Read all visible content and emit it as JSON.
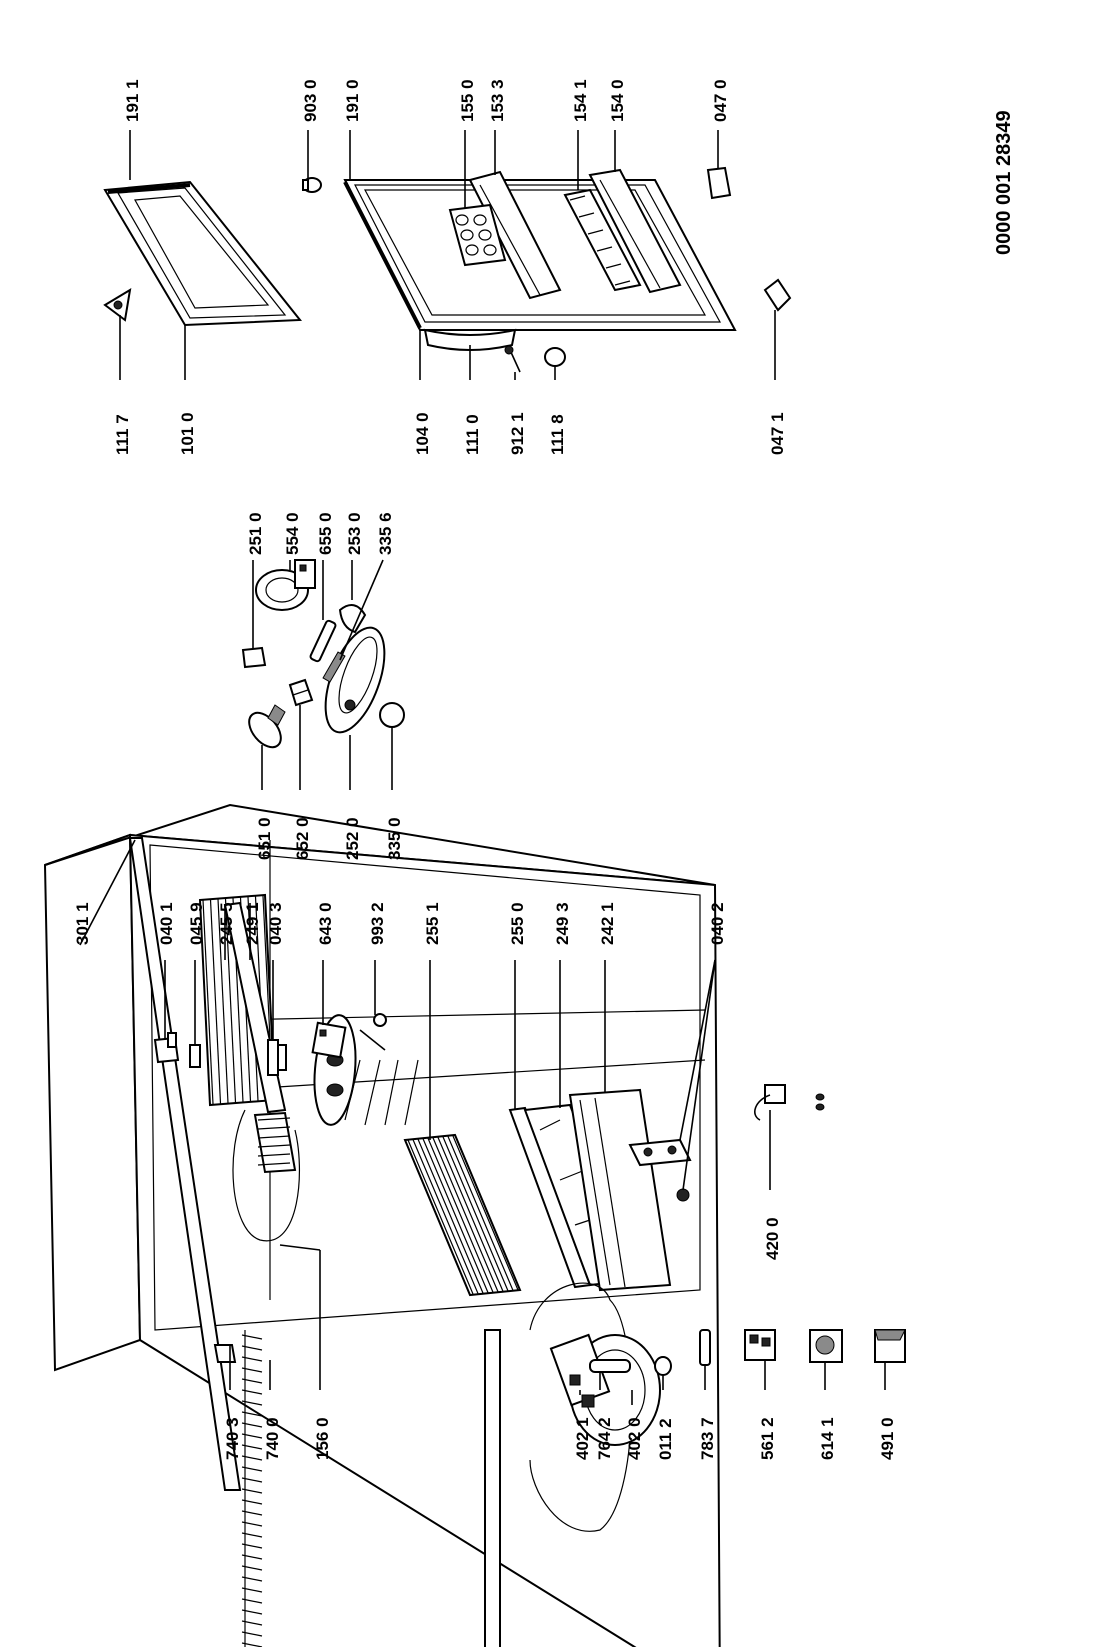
{
  "document": {
    "number": "0000  001 28349"
  },
  "labels": [
    {
      "id": "lbl-3011",
      "text": "301 1"
    },
    {
      "id": "lbl-0401",
      "text": "040 1"
    },
    {
      "id": "lbl-0459",
      "text": "045 9"
    },
    {
      "id": "lbl-2455",
      "text": "245 5"
    },
    {
      "id": "lbl-2491",
      "text": "249 1"
    },
    {
      "id": "lbl-0403",
      "text": "040 3"
    },
    {
      "id": "lbl-6430",
      "text": "643 0"
    },
    {
      "id": "lbl-9932",
      "text": "993 2"
    },
    {
      "id": "lbl-2551",
      "text": "255 1"
    },
    {
      "id": "lbl-2550",
      "text": "255 0"
    },
    {
      "id": "lbl-2493",
      "text": "249 3"
    },
    {
      "id": "lbl-2421",
      "text": "242 1"
    },
    {
      "id": "lbl-0402",
      "text": "040 2"
    },
    {
      "id": "lbl-7403",
      "text": "740 3"
    },
    {
      "id": "lbl-7400",
      "text": "740 0"
    },
    {
      "id": "lbl-1560",
      "text": "156 0"
    },
    {
      "id": "lbl-4021",
      "text": "402 1"
    },
    {
      "id": "lbl-7642",
      "text": "764 2"
    },
    {
      "id": "lbl-4020",
      "text": "402 0"
    },
    {
      "id": "lbl-0112",
      "text": "011 2"
    },
    {
      "id": "lbl-7837",
      "text": "783 7"
    },
    {
      "id": "lbl-5612",
      "text": "561 2"
    },
    {
      "id": "lbl-6141",
      "text": "614 1"
    },
    {
      "id": "lbl-4910",
      "text": "491 0"
    },
    {
      "id": "lbl-4200",
      "text": "420 0"
    },
    {
      "id": "lbl-6510",
      "text": "651 0"
    },
    {
      "id": "lbl-6520",
      "text": "652 0"
    },
    {
      "id": "lbl-2520",
      "text": "252 0"
    },
    {
      "id": "lbl-3350",
      "text": "335 0"
    },
    {
      "id": "lbl-2510",
      "text": "251 0"
    },
    {
      "id": "lbl-5540",
      "text": "554 0"
    },
    {
      "id": "lbl-6550",
      "text": "655 0"
    },
    {
      "id": "lbl-2530",
      "text": "253 0"
    },
    {
      "id": "lbl-3356",
      "text": "335 6"
    },
    {
      "id": "lbl-1117",
      "text": "111 7"
    },
    {
      "id": "lbl-1010",
      "text": "101 0"
    },
    {
      "id": "lbl-1040",
      "text": "104 0"
    },
    {
      "id": "lbl-1110",
      "text": "111 0"
    },
    {
      "id": "lbl-9121",
      "text": "912 1"
    },
    {
      "id": "lbl-1118",
      "text": "111 8"
    },
    {
      "id": "lbl-0471",
      "text": "047 1"
    },
    {
      "id": "lbl-1911",
      "text": "191 1"
    },
    {
      "id": "lbl-9030",
      "text": "903 0"
    },
    {
      "id": "lbl-1910",
      "text": "191 0"
    },
    {
      "id": "lbl-1550",
      "text": "155 0"
    },
    {
      "id": "lbl-1533",
      "text": "153 3"
    },
    {
      "id": "lbl-1541",
      "text": "154 1"
    },
    {
      "id": "lbl-1540",
      "text": "154 0"
    },
    {
      "id": "lbl-0470",
      "text": "047 0"
    }
  ]
}
